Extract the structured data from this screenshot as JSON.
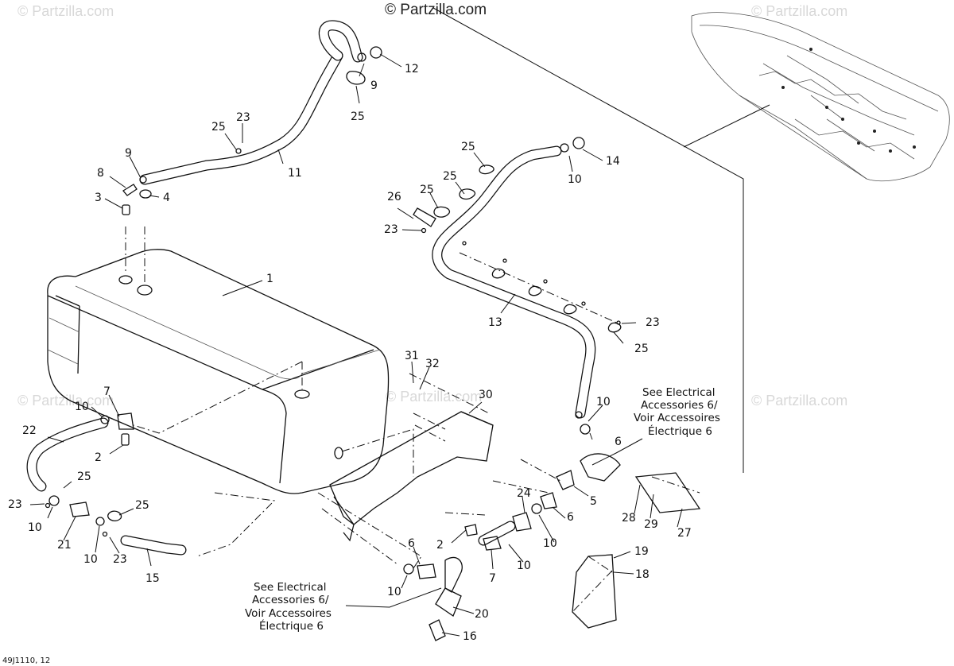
{
  "watermarks": {
    "main": "© Partzilla.com",
    "faint": "© Partzilla.com"
  },
  "diagram_code": "49J1110, 12",
  "notes": {
    "electrical_line1": "See Electrical",
    "electrical_line2": "Accessories 6/",
    "electrical_line3": "Voir Accessoires",
    "electrical_line4": "Électrique 6"
  },
  "callouts": {
    "c1": "1",
    "c2a": "2",
    "c2b": "2",
    "c3": "3",
    "c4": "4",
    "c5": "5",
    "c6a": "6",
    "c6b": "6",
    "c6c": "6",
    "c7a": "7",
    "c7b": "7",
    "c8": "8",
    "c9a": "9",
    "c9b": "9",
    "c10a": "10",
    "c10b": "10",
    "c10c": "10",
    "c10d": "10",
    "c10e": "10",
    "c10f": "10",
    "c10g": "10",
    "c10h": "10",
    "c11": "11",
    "c12": "12",
    "c13": "13",
    "c14": "14",
    "c15": "15",
    "c16": "16",
    "c18": "18",
    "c19": "19",
    "c20": "20",
    "c21": "21",
    "c22": "22",
    "c23a": "23",
    "c23b": "23",
    "c23c": "23",
    "c23d": "23",
    "c23e": "23",
    "c24": "24",
    "c25a": "25",
    "c25b": "25",
    "c25c": "25",
    "c25d": "25",
    "c25e": "25",
    "c25f": "25",
    "c25g": "25",
    "c25h": "25",
    "c26": "26",
    "c27": "27",
    "c28": "28",
    "c29": "29",
    "c30": "30",
    "c31": "31",
    "c32": "32"
  }
}
